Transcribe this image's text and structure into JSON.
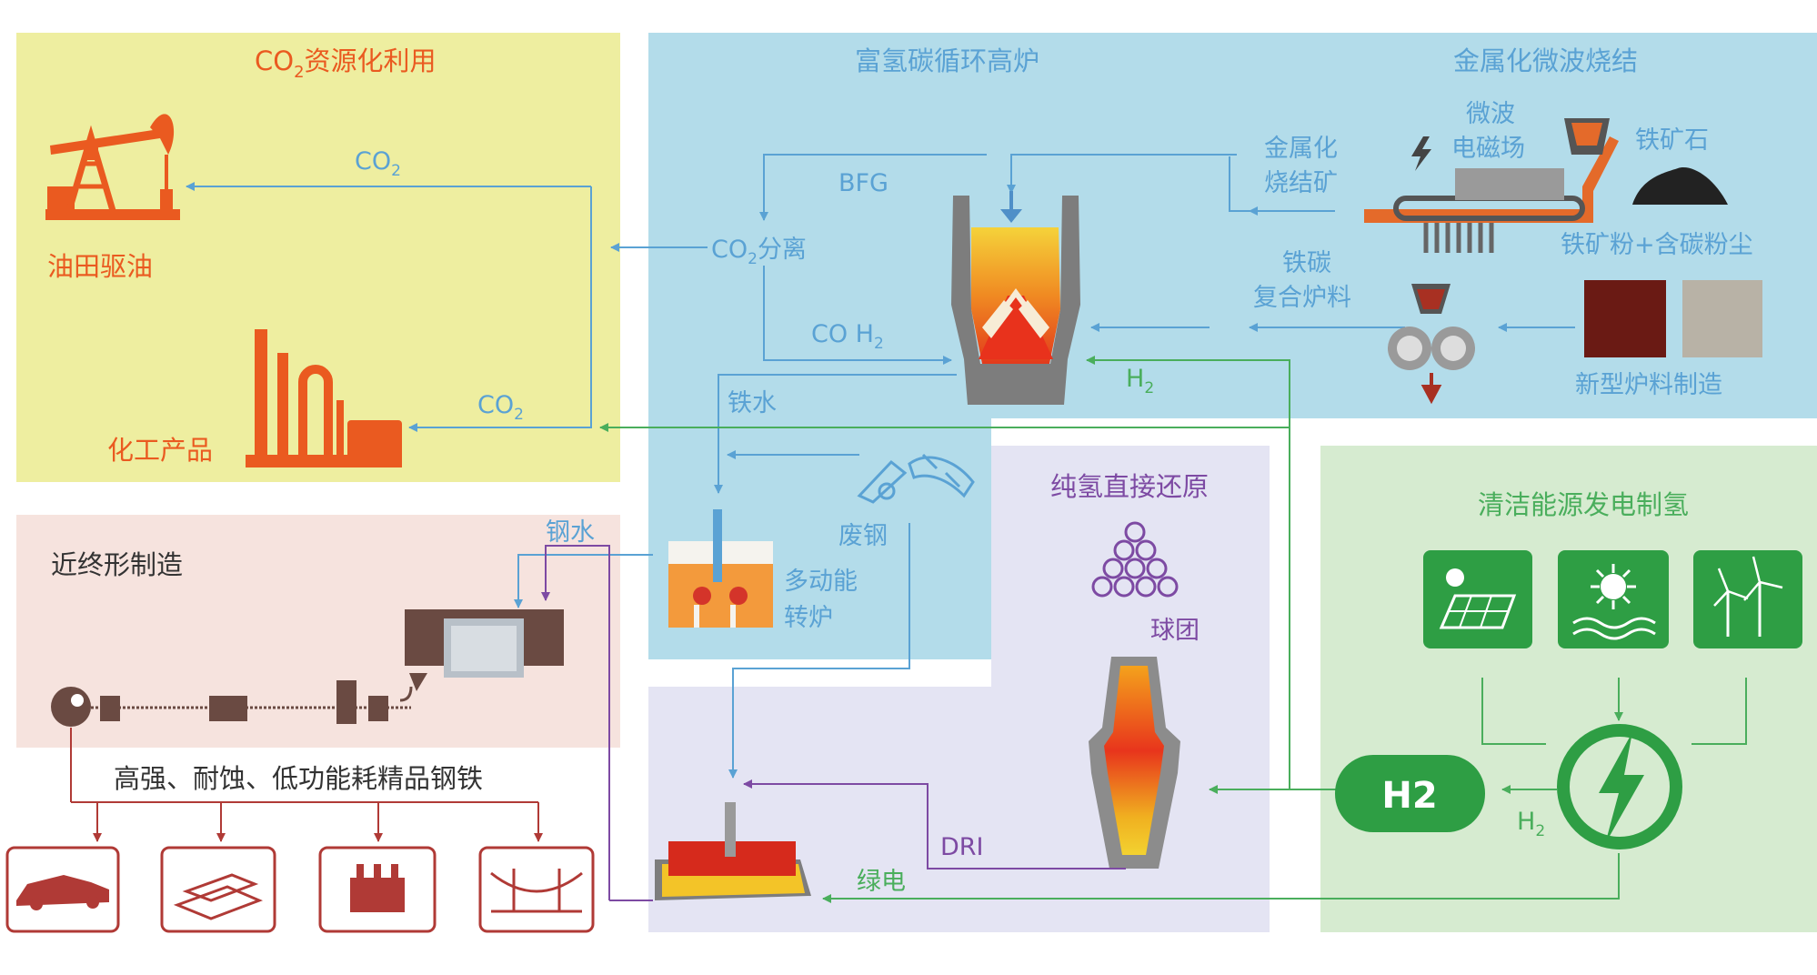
{
  "panels": {
    "co2_use": {
      "title_prefix": "CO",
      "title_sub": "2",
      "title_suffix": "资源化利用"
    },
    "bf": {
      "title": "富氢碳循环高炉"
    },
    "sinter": {
      "title": "金属化微波烧结"
    },
    "netshape": {
      "title": "近终形制造"
    },
    "h2dr": {
      "title": "纯氢直接还原"
    },
    "clean": {
      "title": "清洁能源发电制氢"
    }
  },
  "labels": {
    "co2_a": {
      "main": "CO",
      "sub": "2"
    },
    "co2_b": {
      "main": "CO",
      "sub": "2"
    },
    "oilfield": "油田驱油",
    "chem": "化工产品",
    "bfg": "BFG",
    "co2_sep": {
      "main": "CO",
      "sub": "2",
      "rest": "分离"
    },
    "co_h2": {
      "main": "CO H",
      "sub": "2"
    },
    "h2_bf": {
      "main": "H",
      "sub": "2"
    },
    "hot_metal": "铁水",
    "metal_sinter": {
      "line1": "金属化",
      "line2": "烧结矿"
    },
    "microwave": {
      "line1": "微波",
      "line2": "电磁场"
    },
    "iron_ore": "铁矿石",
    "ore_dust": "铁矿粉+含碳粉尘",
    "fe_c": {
      "line1": "铁碳",
      "line2": "复合炉料"
    },
    "new_burden": "新型炉料制造",
    "scrap": "废钢",
    "converter": {
      "line1": "多动能",
      "line2": "转炉"
    },
    "steel_water": "钢水",
    "pellets": "球团",
    "dri": "DRI",
    "green_power": "绿电",
    "h2_tank": "H2",
    "h2_power": {
      "main": "H",
      "sub": "2"
    },
    "products": "高强、耐蚀、低功能耗精品钢铁"
  },
  "colors": {
    "blue_line": "#5aa2d4",
    "green_line": "#4aae5c",
    "purple_line": "#7d4aa3",
    "red_line": "#b03a36",
    "orange": "#ea5a20",
    "panel_yellow": "#eeeea0",
    "panel_blue": "#b3dcea",
    "panel_pink": "#f6e3de",
    "panel_lavender": "#e4e4f3",
    "panel_green": "#d6ebd0"
  },
  "icons": [
    "oil-pump-icon",
    "chemical-plant-icon",
    "blast-furnace-icon",
    "sinter-machine-icon",
    "lightning-icon",
    "iron-ore-pile-icon",
    "roller-press-icon",
    "ore-powder-sample-icon",
    "dust-sample-icon",
    "scrap-steel-icon",
    "converter-icon",
    "pellets-icon",
    "shaft-furnace-icon",
    "smelting-furnace-icon",
    "caster-icon",
    "solar-panel-icon",
    "solar-thermal-icon",
    "wind-turbine-icon",
    "hydrogen-tank-icon",
    "power-hub-icon",
    "car-icon",
    "steel-beams-icon",
    "transformer-icon",
    "bridge-icon"
  ]
}
